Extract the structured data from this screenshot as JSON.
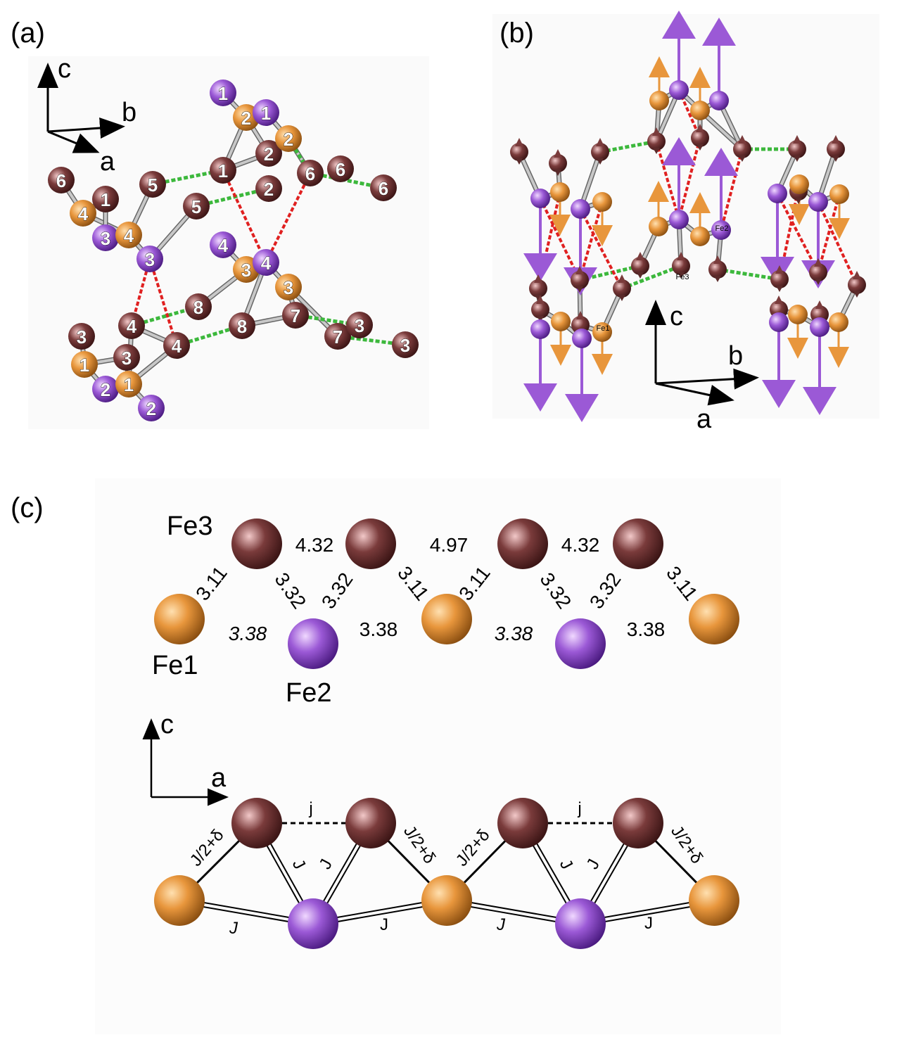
{
  "panels": {
    "a": "(a)",
    "b": "(b)",
    "c": "(c)"
  },
  "axes": {
    "a": "a",
    "b": "b",
    "c": "c"
  },
  "species": {
    "fe1": "Fe1",
    "fe2": "Fe2",
    "fe3": "Fe3"
  },
  "colors": {
    "fe1": "#e8963c",
    "fe2": "#9b59d6",
    "fe3": "#7a3b3b",
    "bond_green": "#3cb83c",
    "bond_red": "#e02020",
    "bond_gray": "#999999"
  },
  "panel_a_atoms": [
    {
      "t": "fe2",
      "n": "1"
    },
    {
      "t": "fe1",
      "n": "2"
    },
    {
      "t": "fe2",
      "n": "1"
    },
    {
      "t": "fe3",
      "n": "2"
    },
    {
      "t": "fe1",
      "n": "2"
    },
    {
      "t": "fe3",
      "n": "1"
    },
    {
      "t": "fe3",
      "n": "2"
    },
    {
      "t": "fe3",
      "n": "6"
    },
    {
      "t": "fe3",
      "n": "6"
    },
    {
      "t": "fe3",
      "n": "6"
    },
    {
      "t": "fe3",
      "n": "5"
    },
    {
      "t": "fe3",
      "n": "1"
    },
    {
      "t": "fe3",
      "n": "5"
    },
    {
      "t": "fe1",
      "n": "4"
    },
    {
      "t": "fe3",
      "n": "6"
    },
    {
      "t": "fe2",
      "n": "3"
    },
    {
      "t": "fe1",
      "n": "4"
    },
    {
      "t": "fe2",
      "n": "3"
    },
    {
      "t": "fe2",
      "n": "4"
    },
    {
      "t": "fe1",
      "n": "3"
    },
    {
      "t": "fe2",
      "n": "4"
    },
    {
      "t": "fe1",
      "n": "3"
    },
    {
      "t": "fe3",
      "n": "8"
    },
    {
      "t": "fe3",
      "n": "7"
    },
    {
      "t": "fe3",
      "n": "4"
    },
    {
      "t": "fe3",
      "n": "3"
    },
    {
      "t": "fe3",
      "n": "8"
    },
    {
      "t": "fe3",
      "n": "7"
    },
    {
      "t": "fe3",
      "n": "3"
    },
    {
      "t": "fe3",
      "n": "4"
    },
    {
      "t": "fe3",
      "n": "3"
    },
    {
      "t": "fe1",
      "n": "1"
    },
    {
      "t": "fe3",
      "n": "3"
    },
    {
      "t": "fe2",
      "n": "2"
    },
    {
      "t": "fe1",
      "n": "1"
    },
    {
      "t": "fe2",
      "n": "2"
    }
  ],
  "panel_c_top": {
    "distances": [
      "4.32",
      "4.97",
      "4.32"
    ],
    "diag_fe1_fe3": "3.11",
    "diag_fe2_fe3": "3.32",
    "base_fe1_fe2": "3.38"
  },
  "panel_c_bottom": {
    "j_weak": "j",
    "j_strong": "J",
    "j_mod": "J/2+δ"
  },
  "panel_b_tags": [
    "Fe1",
    "Fe2",
    "Fe3"
  ]
}
